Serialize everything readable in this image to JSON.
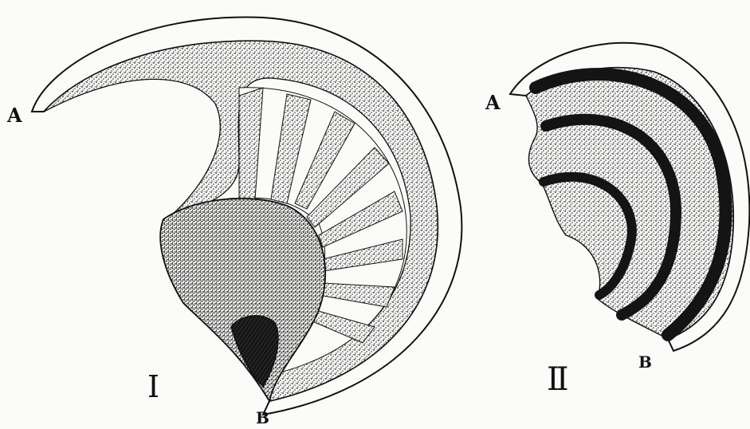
{
  "figure_one": {
    "label_top": "A",
    "label_bottom": "B",
    "numeral": "I"
  },
  "figure_two": {
    "label_top": "A",
    "label_bottom": "B",
    "numeral": "II"
  },
  "colors": {
    "ink": "#111111",
    "paper": "#fbfbf9"
  }
}
